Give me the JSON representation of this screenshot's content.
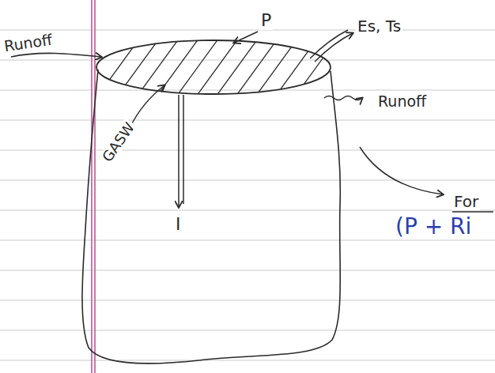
{
  "diagram": {
    "labels": [
      "P",
      "Runoff",
      "Es, Ts",
      "Runoff",
      "GASW",
      "I",
      "For",
      "(P + Ri"
    ]
  }
}
